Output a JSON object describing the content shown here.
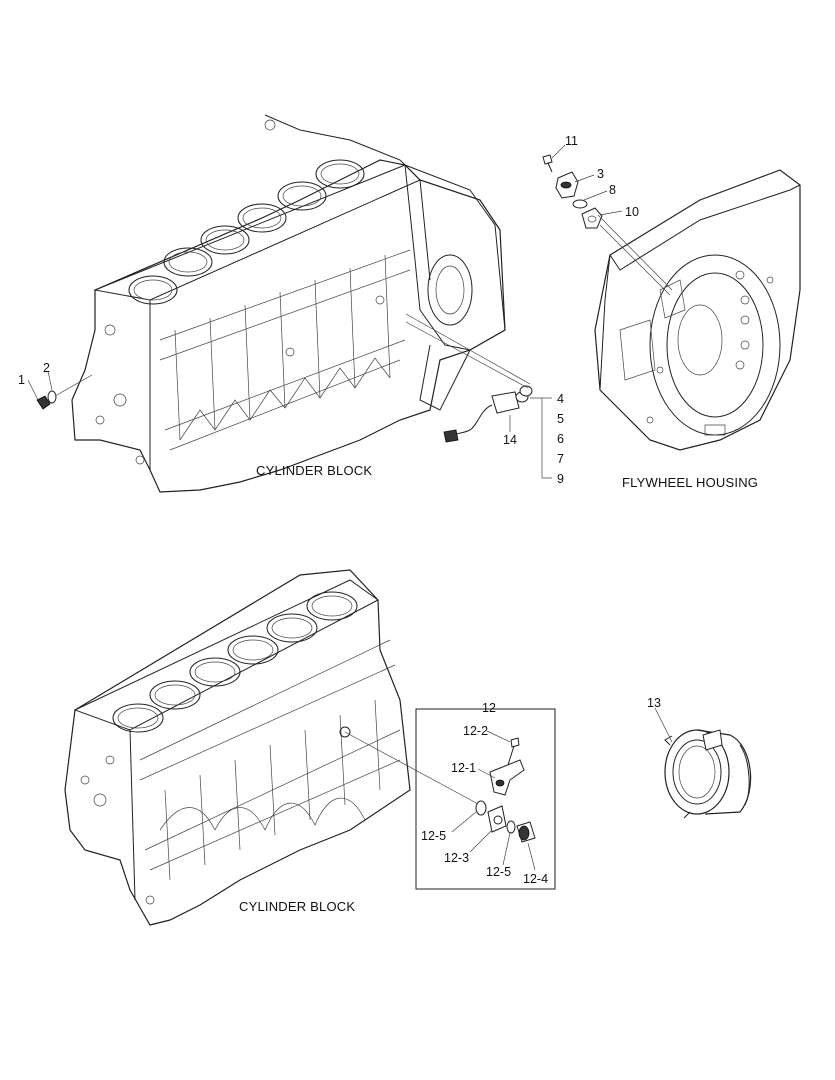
{
  "captions": {
    "cylinder_block_top": "CYLINDER BLOCK",
    "flywheel_housing": "FLYWHEEL HOUSING",
    "cylinder_block_bottom": "CYLINDER BLOCK"
  },
  "callouts": {
    "c1": "1",
    "c2": "2",
    "c3": "3",
    "c4": "4",
    "c5": "5",
    "c6": "6",
    "c7": "7",
    "c8": "8",
    "c9": "9",
    "c10": "10",
    "c11": "11",
    "c12": "12",
    "c12_1": "12-1",
    "c12_2": "12-2",
    "c12_3": "12-3",
    "c12_4": "12-4",
    "c12_5a": "12-5",
    "c12_5b": "12-5",
    "c13": "13",
    "c14": "14"
  }
}
